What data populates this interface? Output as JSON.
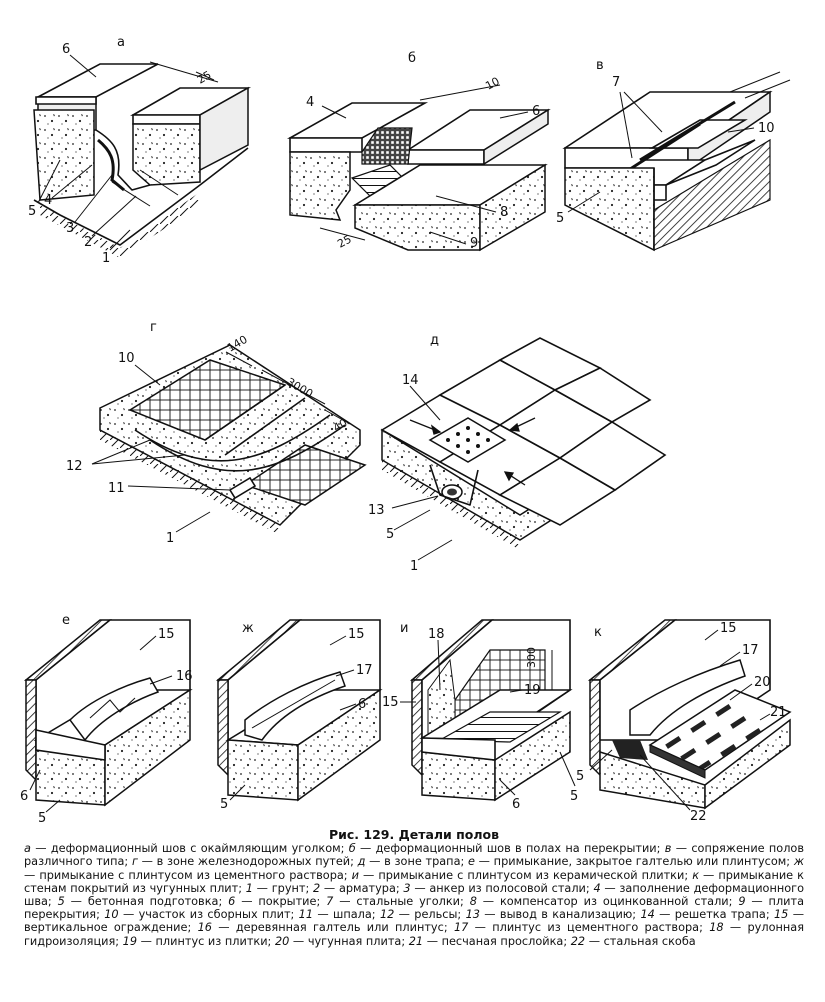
{
  "figure": {
    "title": "Рис. 129. Детали полов",
    "panels": {
      "a": "а",
      "b": "б",
      "v": "в",
      "g": "г",
      "d": "д",
      "e": "е",
      "zh": "ж",
      "i": "и",
      "k": "к"
    },
    "dims": {
      "a_25": "25",
      "b_10": "10",
      "b_25": "25",
      "g_140": "140",
      "g_3000": "3000",
      "g_40": "40",
      "i_300": "300"
    },
    "callouts": {
      "a": [
        "6",
        "5",
        "4",
        "3",
        "2",
        "1"
      ],
      "b": [
        "4",
        "6",
        "8",
        "9"
      ],
      "v": [
        "7",
        "10",
        "5"
      ],
      "g": [
        "10",
        "12",
        "11",
        "1"
      ],
      "d": [
        "14",
        "13",
        "5",
        "1"
      ],
      "e": [
        "15",
        "16",
        "6",
        "5"
      ],
      "zh": [
        "15",
        "17",
        "6",
        "5"
      ],
      "i": [
        "18",
        "15",
        "19",
        "6",
        "5"
      ],
      "k": [
        "15",
        "17",
        "20",
        "21",
        "22",
        "5"
      ]
    }
  },
  "caption": [
    {
      "k": "а",
      "t": " — деформационный шов с окаймляющим уголком; "
    },
    {
      "k": "б",
      "t": " — деформационный шов в полах на перекрытии; "
    },
    {
      "k": "в",
      "t": " — сопряжение полов различного типа; "
    },
    {
      "k": "г",
      "t": " — в зоне железнодорожных путей; "
    },
    {
      "k": "д",
      "t": " — в зоне трапа; "
    },
    {
      "k": "е",
      "t": " — примыкание, закрытое галтелью или плинтусом; "
    },
    {
      "k": "ж",
      "t": " — примыкание с плинтусом из цементного раствора; "
    },
    {
      "k": "и",
      "t": " — примыкание с плинтусом из керамической плитки; "
    },
    {
      "k": "к",
      "t": " — примыкание к стенам покрытий из чугунных плит; "
    },
    {
      "k": "1",
      "t": " — грунт; "
    },
    {
      "k": "2",
      "t": " — арматура; "
    },
    {
      "k": "3",
      "t": " — анкер из полосовой стали; "
    },
    {
      "k": "4",
      "t": " — заполнение деформационного шва; "
    },
    {
      "k": "5",
      "t": " — бетонная подготовка; "
    },
    {
      "k": "6",
      "t": " — покрытие; "
    },
    {
      "k": "7",
      "t": " — стальные уголки; "
    },
    {
      "k": "8",
      "t": " — компенсатор из оцинкованной стали; "
    },
    {
      "k": "9",
      "t": " — плита перекрытия; "
    },
    {
      "k": "10",
      "t": " — участок из сборных плит; "
    },
    {
      "k": "11",
      "t": " — шпала; "
    },
    {
      "k": "12",
      "t": " — рельсы; "
    },
    {
      "k": "13",
      "t": " — вывод в канализацию; "
    },
    {
      "k": "14",
      "t": " — решетка трапа; "
    },
    {
      "k": "15",
      "t": " — вертикальное ограждение; "
    },
    {
      "k": "16",
      "t": " — деревянная галтель или плинтус; "
    },
    {
      "k": "17",
      "t": " — плинтус из цементного раствора; "
    },
    {
      "k": "18",
      "t": " — рулонная гидроизоляция; "
    },
    {
      "k": "19",
      "t": " — плинтус из плитки; "
    },
    {
      "k": "20",
      "t": " — чугунная плита; "
    },
    {
      "k": "21",
      "t": " — песчаная прослойка; "
    },
    {
      "k": "22",
      "t": " — стальная скоба"
    }
  ]
}
